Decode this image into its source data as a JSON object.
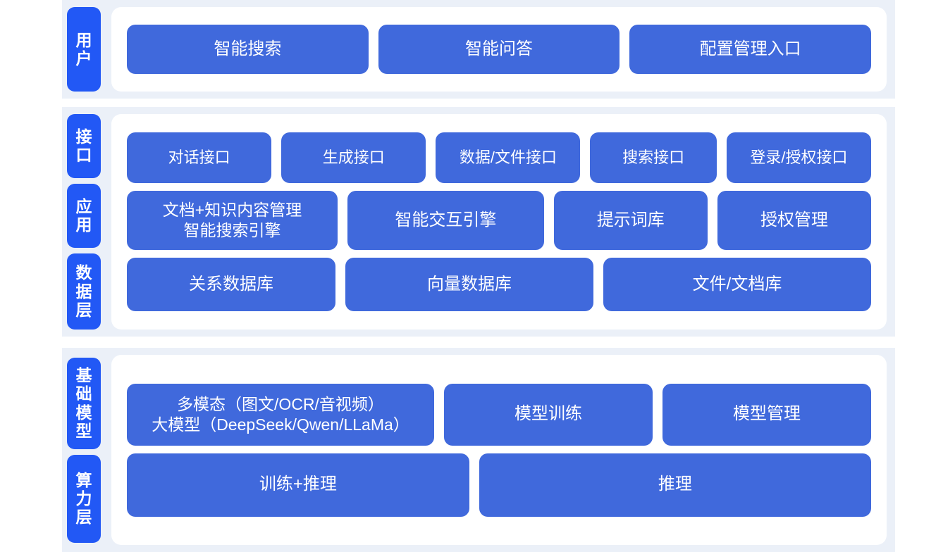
{
  "theme": {
    "page_bg": "#ffffff",
    "band_bg": "#ebf0f8",
    "panel_bg": "#ffffff",
    "tab_blue": "#2258f5",
    "card_blue": "#4069dc",
    "card_text": "#ffffff"
  },
  "sections": [
    {
      "id": "user",
      "tabs": [
        {
          "label": "用户"
        }
      ],
      "rows": [
        {
          "id": "user-entries",
          "cards": [
            {
              "label": "智能搜索"
            },
            {
              "label": "智能问答"
            },
            {
              "label": "配置管理入口"
            }
          ]
        }
      ]
    },
    {
      "id": "platform",
      "tabs": [
        {
          "label": "接口"
        },
        {
          "label": "应用"
        },
        {
          "label": "数据层"
        }
      ],
      "rows": [
        {
          "id": "interface",
          "cards": [
            {
              "label": "对话接口"
            },
            {
              "label": "生成接口"
            },
            {
              "label": "数据/文件接口"
            },
            {
              "label": "搜索接口"
            },
            {
              "label": "登录/授权接口"
            }
          ]
        },
        {
          "id": "application",
          "cards": [
            {
              "label": "文档+知识内容管理\n智能搜索引擎"
            },
            {
              "label": "智能交互引擎"
            },
            {
              "label": "提示词库"
            },
            {
              "label": "授权管理"
            }
          ]
        },
        {
          "id": "data",
          "cards": [
            {
              "label": "关系数据库"
            },
            {
              "label": "向量数据库"
            },
            {
              "label": "文件/文档库"
            }
          ]
        }
      ]
    },
    {
      "id": "infrastructure",
      "tabs": [
        {
          "label": "基础模型"
        },
        {
          "label": "算力层"
        }
      ],
      "rows": [
        {
          "id": "model",
          "cards": [
            {
              "label": "多模态（图文/OCR/音视频）\n大模型（DeepSeek/Qwen/LLaMa）"
            },
            {
              "label": "模型训练"
            },
            {
              "label": "模型管理"
            }
          ]
        },
        {
          "id": "compute",
          "cards": [
            {
              "label": "训练+推理"
            },
            {
              "label": "推理"
            }
          ]
        }
      ]
    }
  ]
}
